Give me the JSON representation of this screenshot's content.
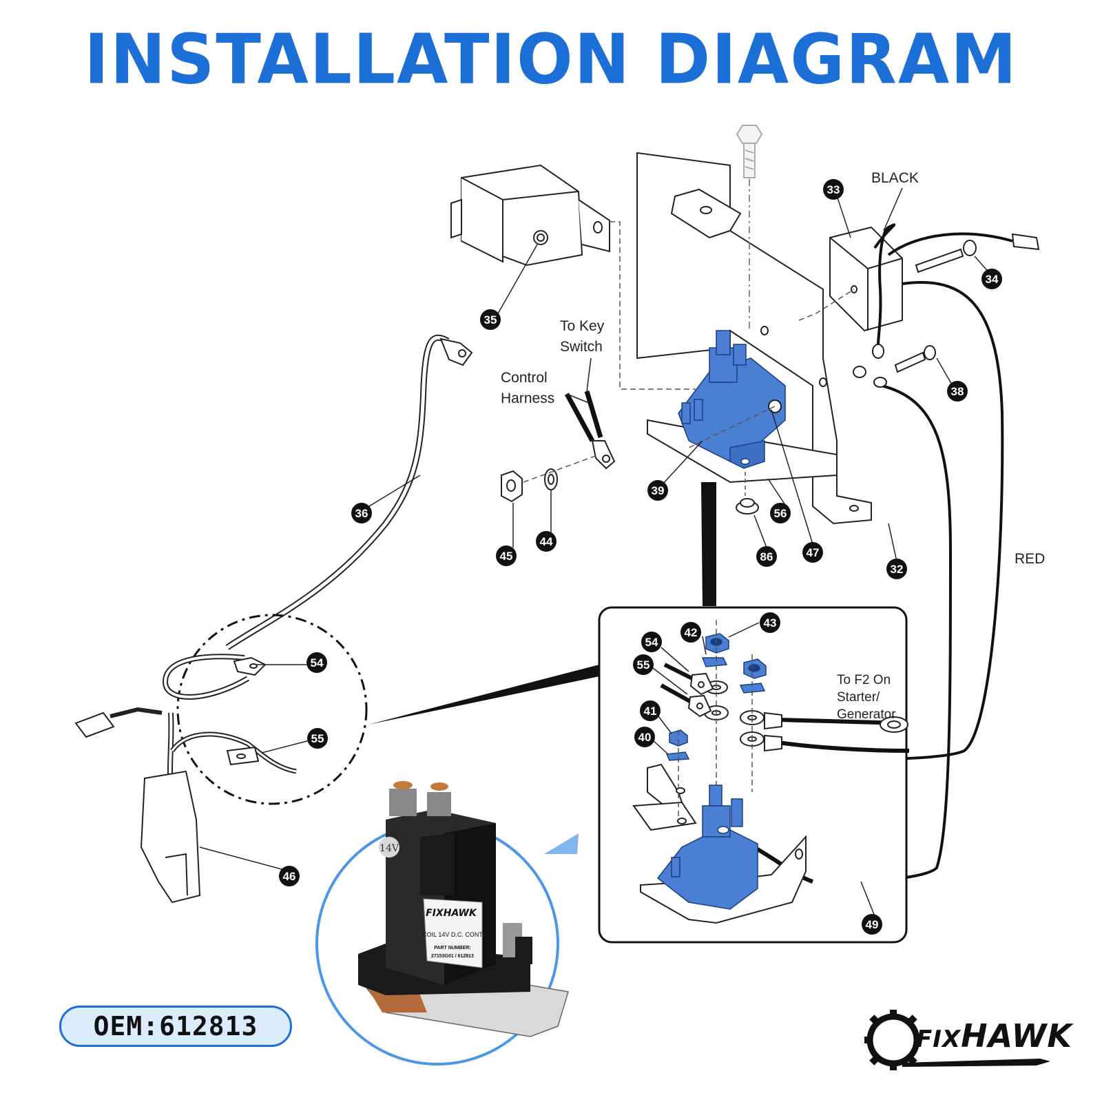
{
  "title": "INSTALLATION DIAGRAM",
  "labels": {
    "black": "BLACK",
    "red": "RED",
    "to_key_switch_1": "To Key",
    "to_key_switch_2": "Switch",
    "control_harness_1": "Control",
    "control_harness_2": "Harness",
    "to_f2_1": "To F2 On",
    "to_f2_2": "Starter/",
    "to_f2_3": "Generator"
  },
  "callouts": [
    "33",
    "34",
    "35",
    "38",
    "39",
    "56",
    "47",
    "86",
    "32",
    "36",
    "45",
    "44",
    "54",
    "55",
    "46",
    "42",
    "43",
    "41",
    "40",
    "49"
  ],
  "oem": "OEM:612813",
  "brand": {
    "fix": "FIX",
    "hawk": "HAWK"
  },
  "product": {
    "voltage_badge": "14V",
    "label_brand": "FIXHAWK",
    "coil_text": "COIL 14V D.C. CONT",
    "part_label": "PART NUMBER:",
    "part_number": "27153G01 / 612813"
  },
  "colors": {
    "accent": "#1c6fd6",
    "solenoid": "#4a7fd4",
    "wire": "#111111",
    "badge_fill": "#dcecff"
  }
}
